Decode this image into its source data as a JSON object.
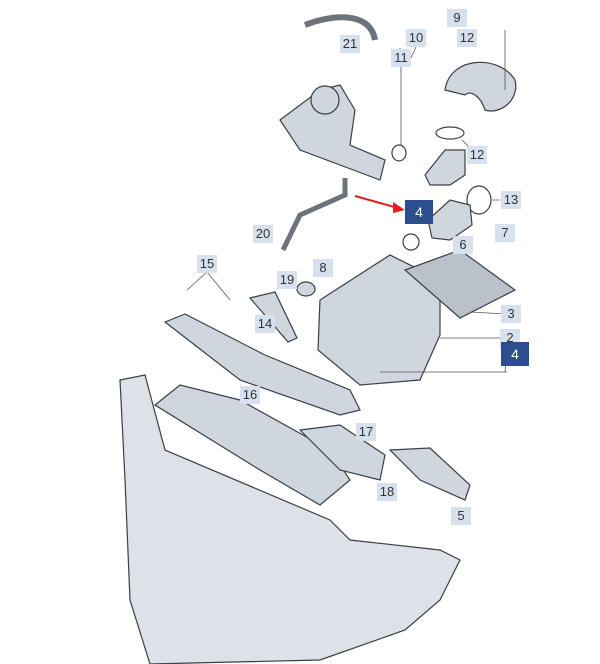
{
  "diagram": {
    "callouts": [
      {
        "id": "c9",
        "text": "9"
      },
      {
        "id": "c12a",
        "text": "12"
      },
      {
        "id": "c21",
        "text": "21"
      },
      {
        "id": "c10",
        "text": "10"
      },
      {
        "id": "c11",
        "text": "11"
      },
      {
        "id": "c12b",
        "text": "12"
      },
      {
        "id": "c13",
        "text": "13"
      },
      {
        "id": "c4a",
        "text": "4",
        "highlighted": true
      },
      {
        "id": "c6",
        "text": "6"
      },
      {
        "id": "c7",
        "text": "7"
      },
      {
        "id": "c20",
        "text": "20"
      },
      {
        "id": "c8",
        "text": "8"
      },
      {
        "id": "c19",
        "text": "19"
      },
      {
        "id": "c15",
        "text": "15"
      },
      {
        "id": "c14",
        "text": "14"
      },
      {
        "id": "c3",
        "text": "3"
      },
      {
        "id": "c2",
        "text": "2"
      },
      {
        "id": "c4b",
        "text": "4",
        "highlighted": true
      },
      {
        "id": "c16",
        "text": "16"
      },
      {
        "id": "c17",
        "text": "17"
      },
      {
        "id": "c18",
        "text": "18"
      },
      {
        "id": "c5",
        "text": "5"
      }
    ],
    "colors": {
      "label_bg": "#d7e0ef",
      "highlight_bg": "#2b4f8c",
      "arrow": "#e02020",
      "part": "#cfd6de",
      "outline": "#3a3f45"
    }
  }
}
